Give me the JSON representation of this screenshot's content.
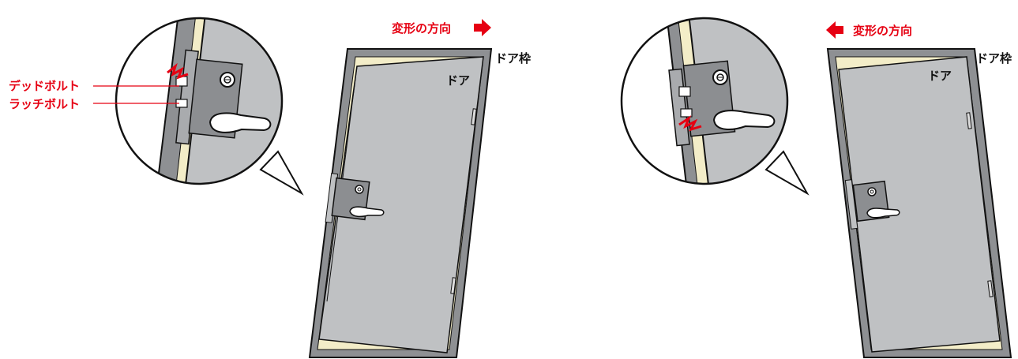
{
  "colors": {
    "accent_red": "#e60012",
    "door_gray": "#bfc1c3",
    "frame_gray": "#8e9093",
    "gap_cream": "#f3edc8",
    "plate_gray": "#8c8e91",
    "outline": "#111111"
  },
  "left_panel": {
    "direction_label": "変形の方向",
    "arrow_direction": "right",
    "frame_label": "ドア枠",
    "door_label": "ドア",
    "callout_labels": {
      "deadbolt": "デッドボルト",
      "latch_bolt": "ラッチボルト"
    }
  },
  "right_panel": {
    "direction_label": "変形の方向",
    "arrow_direction": "left",
    "frame_label": "ドア枠",
    "door_label": "ドア"
  }
}
